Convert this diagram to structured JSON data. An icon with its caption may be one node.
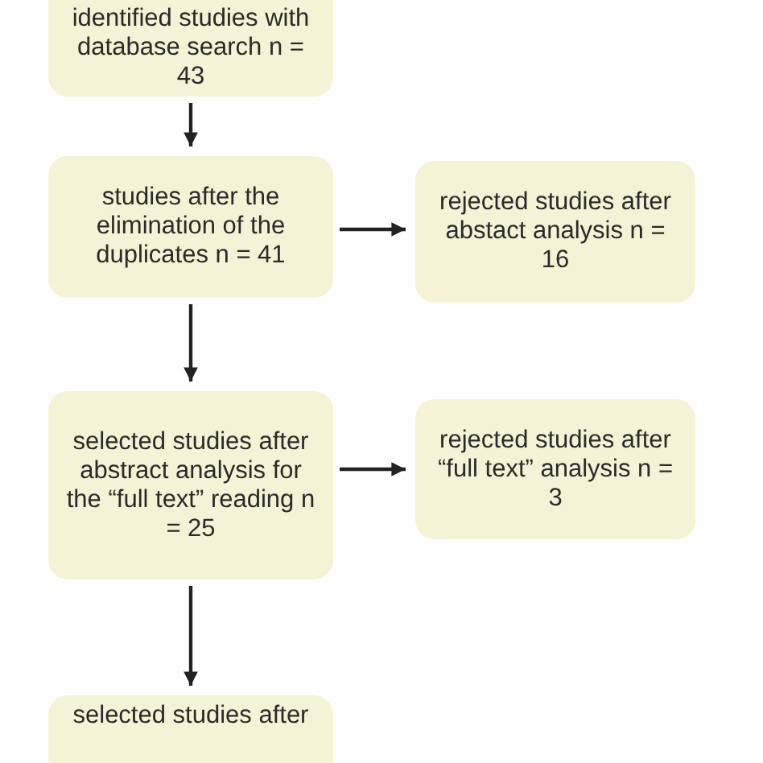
{
  "diagram": {
    "nodes": [
      {
        "text": [
          "identified studies with database search n = 43"
        ]
      },
      {
        "text": [
          "studies after the elimination of the duplicates n = 41"
        ]
      },
      {
        "text": [
          "rejected studies after abstact analysis n = 16"
        ]
      },
      {
        "text": [
          "selected studies after abstract analysis for the “full text” reading n = 25"
        ]
      },
      {
        "text": [
          "rejected studies after “full text” analysis n = 3"
        ]
      },
      {
        "text": [
          "selected studies after"
        ]
      }
    ],
    "edges": [
      {
        "from": 0,
        "to": 1,
        "arrow": "to"
      },
      {
        "from": 1,
        "to": 2,
        "arrow": "to"
      },
      {
        "from": 1,
        "to": 3,
        "arrow": "to"
      },
      {
        "from": 3,
        "to": 4,
        "arrow": "to"
      },
      {
        "from": 3,
        "to": 5,
        "arrow": "to"
      }
    ]
  }
}
